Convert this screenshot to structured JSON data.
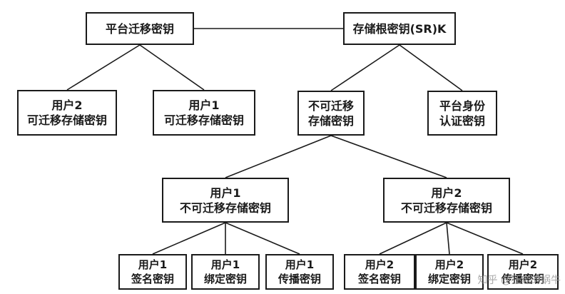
{
  "nodes": {
    "platform_migration_key": [
      "平台迁移密钥"
    ],
    "srk": [
      "存储根密钥(SR)K"
    ],
    "user2_migratable_storage": [
      "用户2",
      "可迁移存储密钥"
    ],
    "user1_migratable_storage": [
      "用户1",
      "可迁移存储密钥"
    ],
    "nonmigratable_storage": [
      "不可迁移",
      "存储密钥"
    ],
    "platform_identity": [
      "平台身份",
      "认证密钥"
    ],
    "user1_nonmigratable_storage": [
      "用户1",
      "不可迁移存储密钥"
    ],
    "user2_nonmigratable_storage": [
      "用户2",
      "不可迁移存储密钥"
    ],
    "user1_signing": [
      "用户1",
      "签名密钥"
    ],
    "user1_binding": [
      "用户1",
      "绑定密钥"
    ],
    "user1_transfer": [
      "用户1",
      "传播密钥"
    ],
    "user2_signing": [
      "用户2",
      "签名密钥"
    ],
    "user2_binding": [
      "用户2",
      "绑定密钥"
    ],
    "user2_transfer": [
      "用户2",
      "传播密钥"
    ]
  },
  "watermark": "知乎 @狂奔的蜗牛",
  "colors": {
    "line": "#1a1a1a",
    "border": "#1a1a1a",
    "text": "#1a1a1a"
  }
}
